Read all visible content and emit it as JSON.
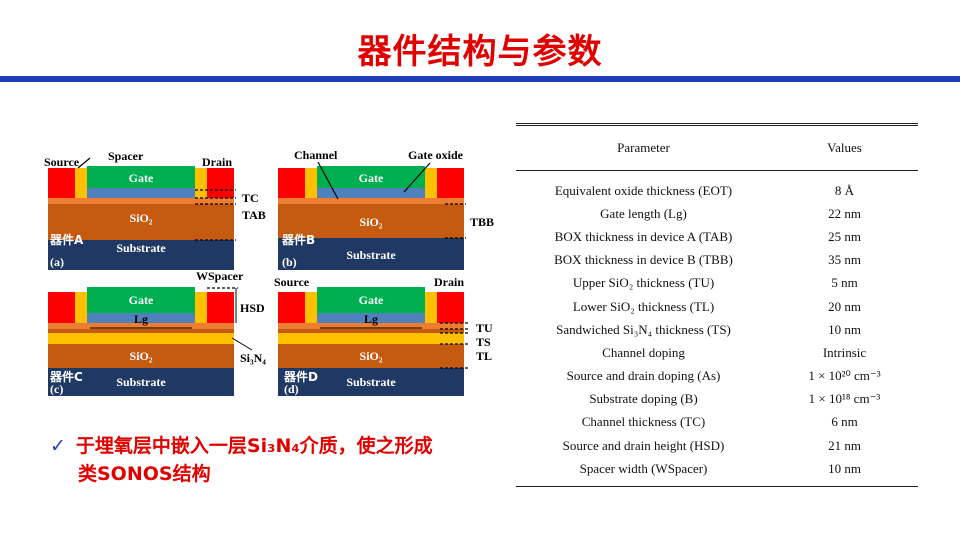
{
  "slide": {
    "title": "器件结构与参数",
    "note_line1": "于埋氧层中嵌入一层Si₃N₄介质，使之形成",
    "note_line2": "类SONOS结构"
  },
  "figure": {
    "panel_a": {
      "device": "器件A",
      "letter": "(a)"
    },
    "panel_b": {
      "device": "器件B",
      "letter": "(b)"
    },
    "panel_c": {
      "device": "器件C",
      "letter": "(c)"
    },
    "panel_d": {
      "device": "器件D",
      "letter": "(d)"
    },
    "labels": {
      "source": "Source",
      "spacer": "Spacer",
      "drain": "Drain",
      "channel": "Channel",
      "gate_oxide": "Gate oxide",
      "gate": "Gate",
      "sio2": "SiO₂",
      "substrate": "Substrate",
      "tc": "TC",
      "tab": "TAB",
      "tbb": "TBB",
      "wspacer": "WSpacer",
      "hsd": "HSD",
      "si3n4": "Si₃N₄",
      "lg": "Lg",
      "tu": "TU",
      "ts": "TS",
      "tl": "TL"
    },
    "colors": {
      "gate": "#00b050",
      "gate_oxide": "#4f81bd",
      "channel": "#ed7d31",
      "sio2": "#c55a11",
      "substrate": "#1f3864",
      "source_drain": "#ff0000",
      "spacer": "#ffc000",
      "nitride": "#ffc000"
    }
  },
  "table": {
    "headers": [
      "Parameter",
      "Values"
    ],
    "rows": [
      [
        "Equivalent oxide thickness (EOT)",
        "8 Å"
      ],
      [
        "Gate length (Lg)",
        "22 nm"
      ],
      [
        "BOX thickness in device A (TAB)",
        "25 nm"
      ],
      [
        "BOX thickness in device B (TBB)",
        "35 nm"
      ],
      [
        "Upper SiO₂ thickness (TU)",
        "5 nm"
      ],
      [
        "Lower SiO₂ thickness (TL)",
        "20 nm"
      ],
      [
        "Sandwiched Si₃N₄ thickness (TS)",
        "10 nm"
      ],
      [
        "Channel doping",
        "Intrinsic"
      ],
      [
        "Source and drain doping (As)",
        "1 × 10²⁰ cm⁻³"
      ],
      [
        "Substrate doping (B)",
        "1 × 10¹⁸ cm⁻³"
      ],
      [
        "Channel thickness (TC)",
        "6 nm"
      ],
      [
        "Source and drain height (HSD)",
        "21 nm"
      ],
      [
        "Spacer width (WSpacer)",
        "10 nm"
      ]
    ]
  }
}
